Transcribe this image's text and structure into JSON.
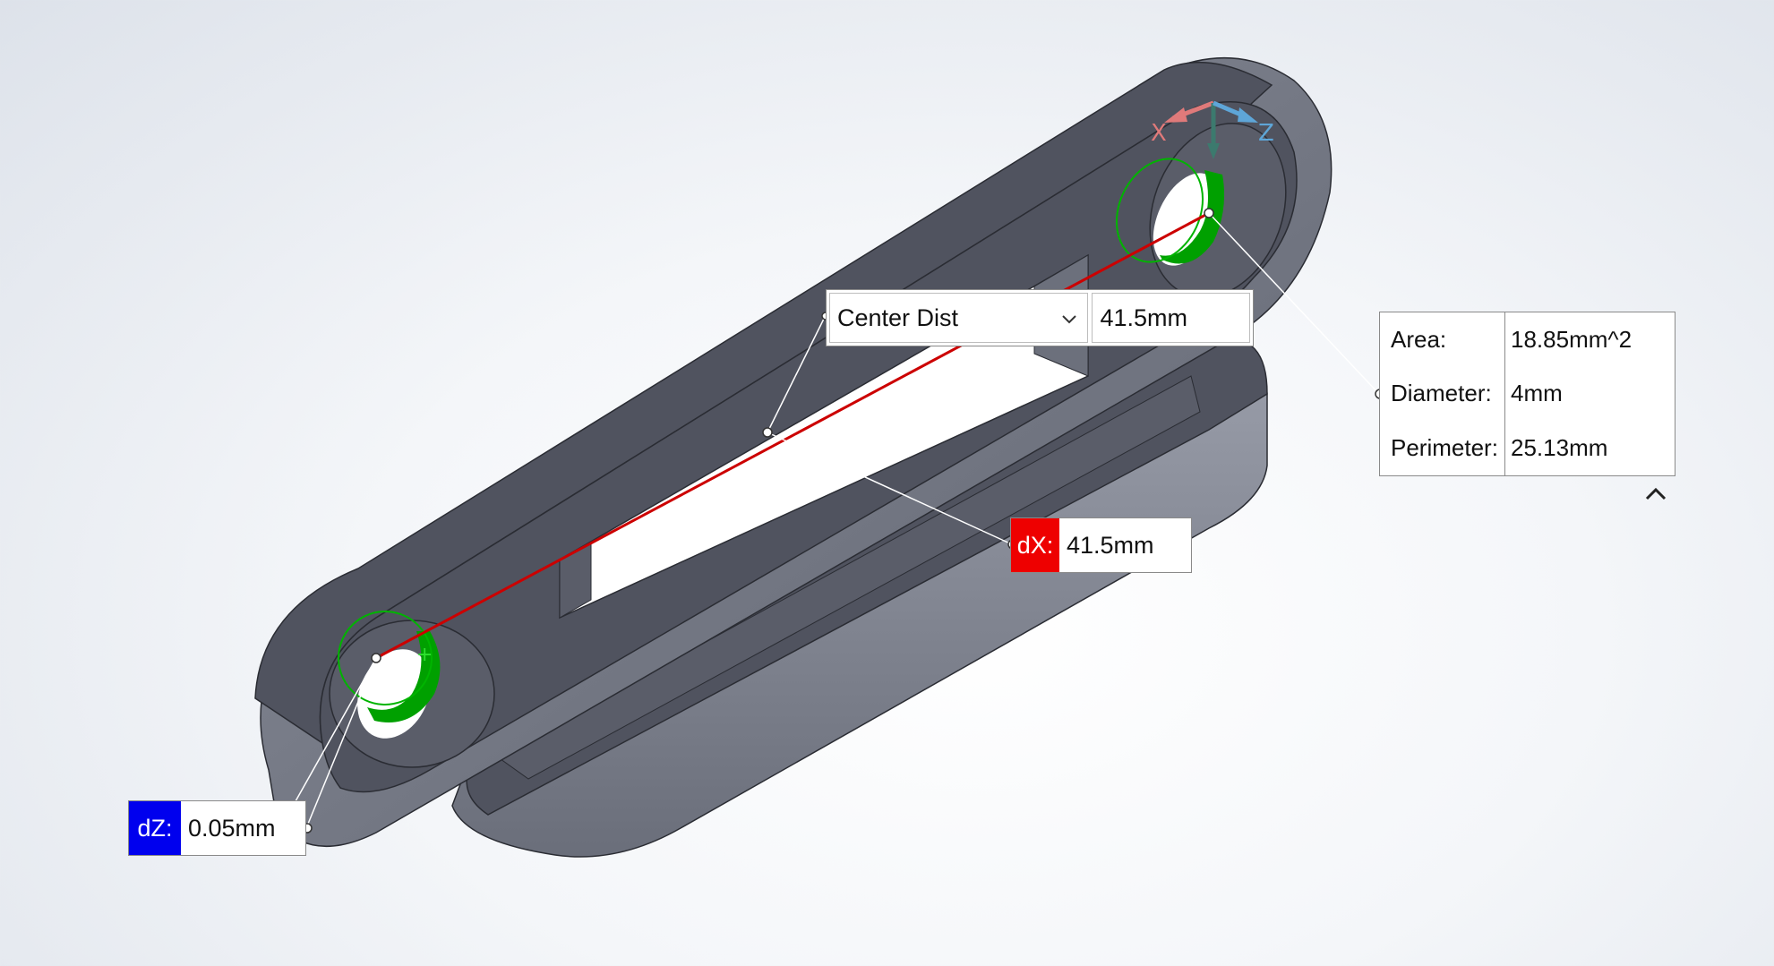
{
  "measure": {
    "center_dist": {
      "mode_label": "Center Dist",
      "value": "41.5mm",
      "dropdown_icon": "chevron-down-icon"
    },
    "dx": {
      "label": "dX:",
      "value": "41.5mm",
      "color": "#ee0000"
    },
    "dz": {
      "label": "dZ:",
      "value": "0.05mm",
      "color": "#0000ee"
    }
  },
  "properties": {
    "rows": [
      {
        "label": "Area:",
        "value": "18.85mm^2"
      },
      {
        "label": "Diameter:",
        "value": "4mm"
      },
      {
        "label": "Perimeter:",
        "value": "25.13mm"
      }
    ],
    "collapse_icon": "chevron-up-icon"
  },
  "triad": {
    "x_label": "X",
    "z_label": "Z",
    "x_color": "#e07a7a",
    "y_color": "#3c7a6e",
    "z_color": "#5ea6d8"
  },
  "model": {
    "body_color": "#50535f",
    "selected_face_color": "#00a000",
    "measure_line_color": "#cc0000"
  }
}
